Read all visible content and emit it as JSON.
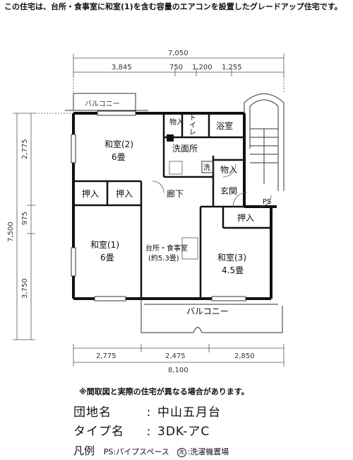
{
  "intro": "この住宅は、台所・食事室に和室(1)を含む容量のエアコンを設置したグレードアップ住宅です。",
  "dimensions": {
    "top_total": "7,050",
    "top_1": "3,845",
    "top_2": "750",
    "top_3": "1,200",
    "top_4": "1,255",
    "left_total": "7,500",
    "left_1": "2,775",
    "left_2": "975",
    "left_3": "3,750",
    "bottom_1": "2,775",
    "bottom_2": "2,475",
    "bottom_3": "2,850",
    "bottom_total": "8,100"
  },
  "rooms": {
    "balcony_top": "バルコニー",
    "washitsu2_name": "和室(2)",
    "washitsu2_size": "6畳",
    "storage_a": "物入",
    "toilet_a": "ト",
    "toilet_b": "イ",
    "toilet_c": "レ",
    "bath": "浴室",
    "washroom": "洗面所",
    "washer_mark": "洗",
    "storage_b": "物入",
    "entrance": "玄関",
    "oshiire_1": "押入",
    "oshiire_2": "押入",
    "hallway": "廊下",
    "ps": "PS",
    "oshiire_3": "押入",
    "washitsu1_name": "和室(1)",
    "washitsu1_size": "6畳",
    "kitchen_name": "台所・食事室",
    "kitchen_size": "(約5.3畳)",
    "washitsu3_name": "和室(3)",
    "washitsu3_size": "4.5畳",
    "balcony_bottom": "バルコニー"
  },
  "note": "※間取図と実際の住宅が異なる場合があります。",
  "info": {
    "complex_label": "団地名",
    "complex_value": "中山五月台",
    "type_label": "タイプ名",
    "type_value": "3DK-アC",
    "colon": ":"
  },
  "legend": {
    "title": "凡例",
    "ps_item": "PS:パイプスペース",
    "washer_symbol": "洗",
    "washer_item": ":洗濯機置場"
  }
}
